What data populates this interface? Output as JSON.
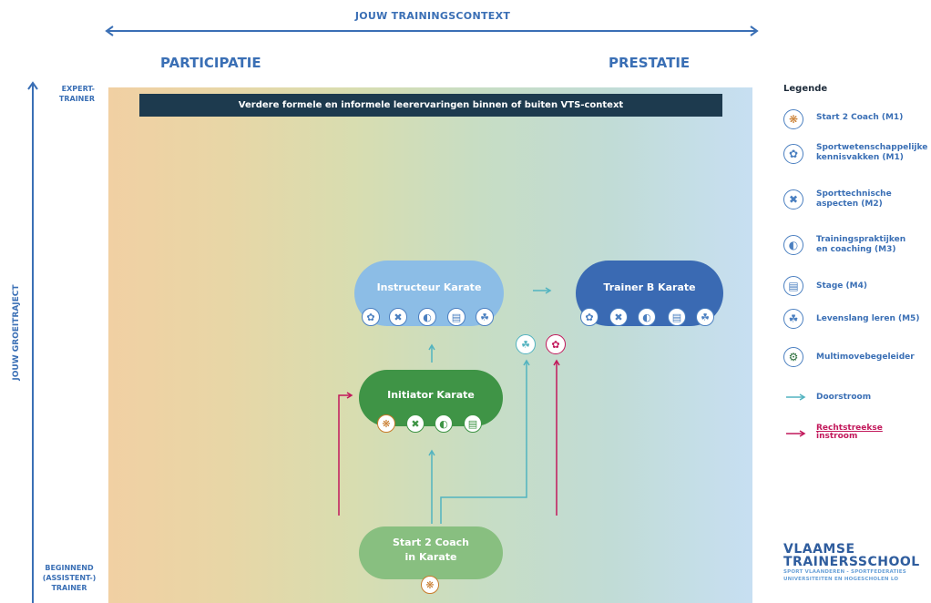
{
  "axes": {
    "top_title": "JOUW TRAININGSCONTEXT",
    "left_label": "PARTICIPATIE",
    "right_label": "PRESTATIE",
    "vertical_title": "JOUW GROEITRAJECT",
    "top_side_line1": "EXPERT-",
    "top_side_line2": "TRAINER",
    "bottom_side_line1": "BEGINNEND",
    "bottom_side_line2": "(ASSISTENT-)",
    "bottom_side_line3": "TRAINER"
  },
  "banner": "Verdere formele en informele leerervaringen binnen of buiten VTS-context",
  "nodes": {
    "instructeur": "Instructeur Karate",
    "trainer_b": "Trainer B Karate",
    "initiator": "Initiator Karate",
    "start2_line1": "Start 2 Coach",
    "start2_line2": "in Karate"
  },
  "legend": {
    "title": "Legende",
    "items": [
      {
        "icon": "start2coach-icon",
        "label_line1": "Start 2 Coach (M1)",
        "label_line2": ""
      },
      {
        "icon": "brain-icon",
        "label_line1": "Sportwetenschappelijke",
        "label_line2": "kennisvakken (M1)"
      },
      {
        "icon": "tools-icon",
        "label_line1": "Sporttechnische",
        "label_line2": "aspecten (M2)"
      },
      {
        "icon": "whistle-icon",
        "label_line1": "Trainingspraktijken",
        "label_line2": "en coaching (M3)"
      },
      {
        "icon": "stage-icon",
        "label_line1": "Stage (M4)",
        "label_line2": ""
      },
      {
        "icon": "lifelong-icon",
        "label_line1": "Levenslang leren (M5)",
        "label_line2": ""
      },
      {
        "icon": "multimove-icon",
        "label_line1": "Multimovebegeleider",
        "label_line2": ""
      }
    ],
    "doorstroom": "Doorstroom",
    "rechtstreeks_line1": "Rechtstreekse",
    "rechtstreeks_line2": "instroom"
  },
  "colors": {
    "doorstroom": "#52b3c0",
    "rechtstreeks": "#c2185b",
    "axis": "#3a6fb5"
  },
  "logo": {
    "line1": "VLAAMSE",
    "line2": "TRAINERSSCHOOL",
    "sub1": "SPORT VLAANDEREN - SPORTFEDERATIES",
    "sub2": "UNIVERSITEITEN EN HOGESCHOLEN LO"
  }
}
